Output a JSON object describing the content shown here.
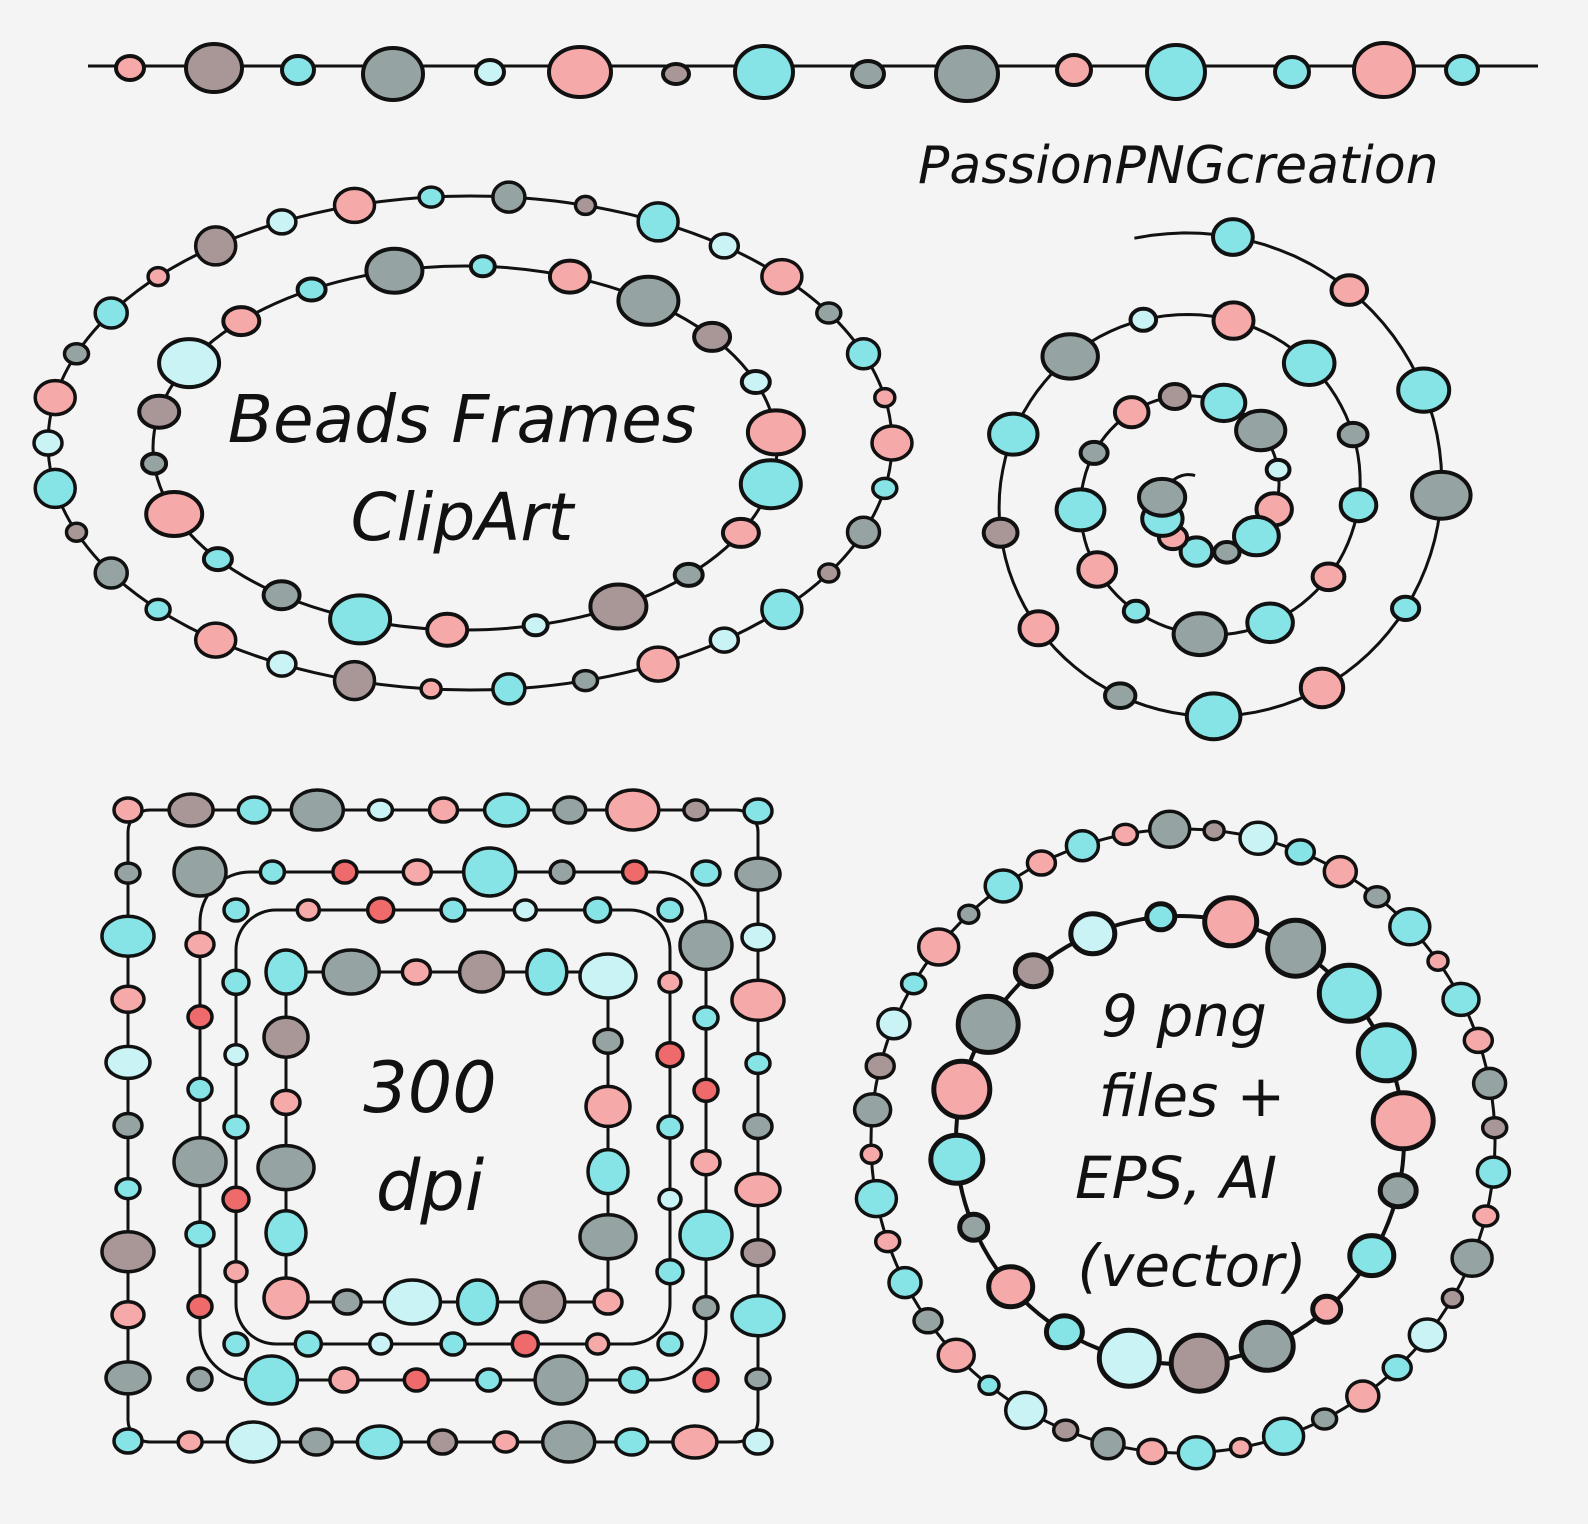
{
  "watermark": "PassionPNGcreation",
  "oval_title": [
    "Beads Frames",
    "ClipArt"
  ],
  "square_label": [
    "300",
    "dpi"
  ],
  "circle_label": [
    "9 png",
    "files +",
    "EPS, AI",
    "(vector)"
  ],
  "colors": {
    "background": "#f4f4f4",
    "outline": "#111111",
    "pink": "#f6a9a9",
    "aqua": "#86e3e6",
    "gray": "#95a3a3",
    "mauve": "#a99797",
    "light_aqua": "#c9f3f4",
    "red": "#ef6a6a"
  }
}
